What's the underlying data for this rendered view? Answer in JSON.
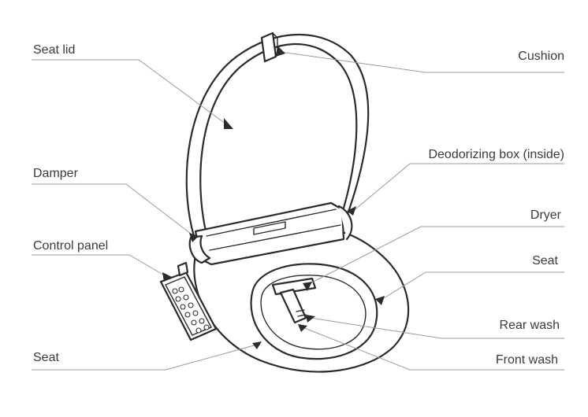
{
  "labels": {
    "seat_lid": "Seat lid",
    "cushion": "Cushion",
    "deodorizing_box": "Deodorizing box (inside)",
    "damper": "Damper",
    "dryer": "Dryer",
    "control_panel": "Control panel",
    "seat_right": "Seat",
    "rear_wash": "Rear wash",
    "seat_left": "Seat",
    "front_wash": "Front wash"
  },
  "colors": {
    "line": "#2b2b2b",
    "leader": "#9a9a9a",
    "text": "#3a3a3a",
    "background": "#ffffff"
  }
}
